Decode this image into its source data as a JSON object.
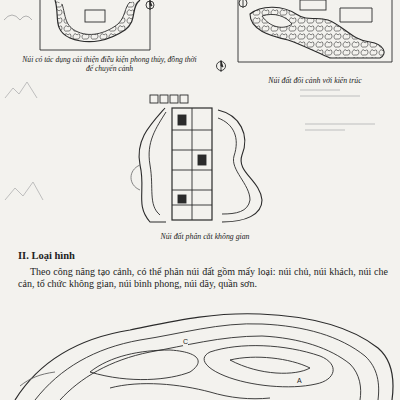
{
  "diagram": {
    "title": "II. Loại hình",
    "labels": [
      "Núi có tác dụng cải thiện điều kiện phong thủy, đồng thời để chuyển cảnh",
      "Núi đất đối cảnh với kiến trúc",
      "Núi đất phân cắt không gian",
      "Theo công năng tạo cảnh, có thể phân núi đất gồm mấy loại: núi chủ, núi khách, núi che cản, tổ chức không gian, núi bình phong, núi dãy, quần sơn.",
      "C",
      "A"
    ]
  }
}
